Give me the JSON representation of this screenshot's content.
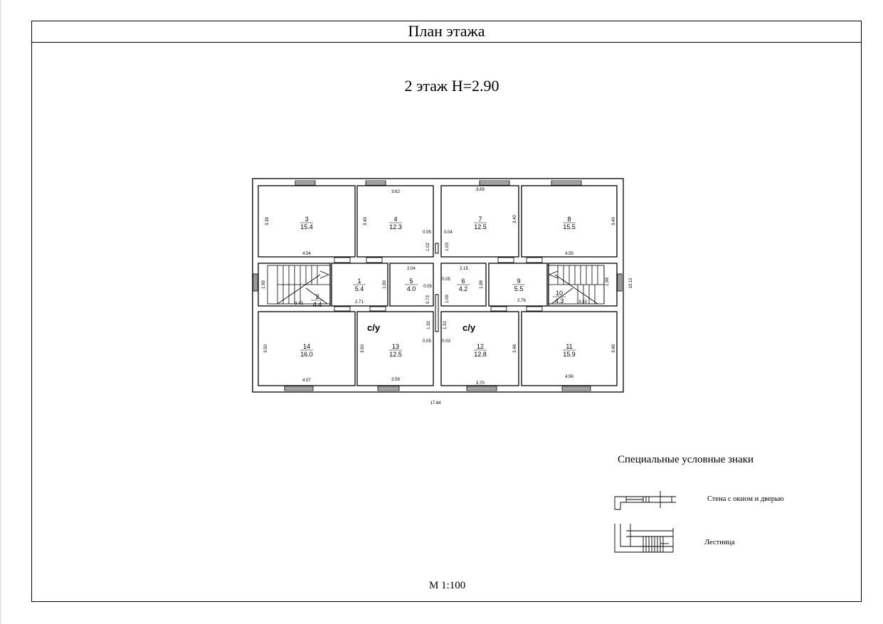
{
  "sheet_title": "План этажа",
  "floor_title": "2 этаж Н=2.90",
  "scale": "М 1:100",
  "overall_dims": {
    "length": "17.64",
    "width": "10.12"
  },
  "rooms": [
    {
      "id": "room-3",
      "num": "3",
      "area": "15.4"
    },
    {
      "id": "room-4",
      "num": "4",
      "area": "12.3"
    },
    {
      "id": "room-7",
      "num": "7",
      "area": "12.5"
    },
    {
      "id": "room-8",
      "num": "8",
      "area": "15.5"
    },
    {
      "id": "room-1",
      "num": "1",
      "area": "5.4"
    },
    {
      "id": "room-5",
      "num": "5",
      "area": "4.0"
    },
    {
      "id": "room-6",
      "num": "6",
      "area": "4.2"
    },
    {
      "id": "room-9",
      "num": "9",
      "area": "5.5"
    },
    {
      "id": "room-2",
      "num": "2",
      "area": "4.4"
    },
    {
      "id": "room-10",
      "num": "10",
      "area": "4.3"
    },
    {
      "id": "room-14",
      "num": "14",
      "area": "16.0"
    },
    {
      "id": "room-13",
      "num": "13",
      "area": "12.5"
    },
    {
      "id": "room-12",
      "num": "12",
      "area": "12.8"
    },
    {
      "id": "room-11",
      "num": "11",
      "area": "15.9"
    }
  ],
  "dimensions": [
    "3.62",
    "3.69",
    "3.39",
    "3.40",
    "3.40",
    "3.40",
    "4.54",
    "4.55",
    "0.05",
    "0.04",
    "1.02",
    "1.03",
    "2.04",
    "2.15",
    "1.99",
    "1.99",
    "0.05",
    "0.05",
    "1.98",
    "1.98",
    "0.73",
    "1.09",
    "3.42",
    "2.71",
    "2.76",
    "3.33",
    "1.32",
    "1.31",
    "0.05",
    "0.03",
    "3.50",
    "3.50",
    "3.48",
    "3.48",
    "4.57",
    "3.59",
    "3.70",
    "4.56"
  ],
  "bathroom_marks": [
    "с/у",
    "с/у"
  ],
  "legend": {
    "title": "Специальные условные знаки",
    "items": [
      {
        "label": "Стена с окном и дверью"
      },
      {
        "label": "Лестница"
      }
    ]
  },
  "colors": {
    "line": "#000000",
    "background": "#ffffff"
  }
}
